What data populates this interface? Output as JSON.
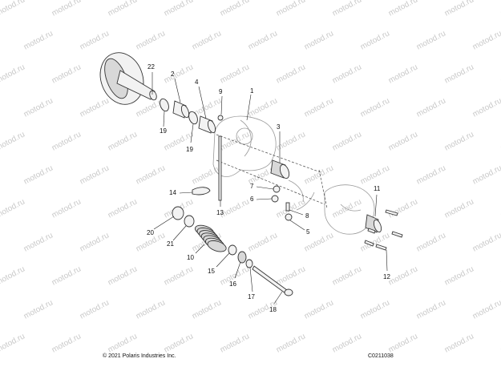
{
  "watermark": "motod.ru",
  "copyright": "© 2021 Polaris Industries Inc.",
  "figure_code": "C0211038",
  "callouts": [
    "1",
    "2",
    "3",
    "4",
    "5",
    "6",
    "7",
    "8",
    "9",
    "10",
    "11",
    "12",
    "13",
    "14",
    "15",
    "16",
    "17",
    "18",
    "19",
    "19",
    "20",
    "21",
    "22"
  ]
}
